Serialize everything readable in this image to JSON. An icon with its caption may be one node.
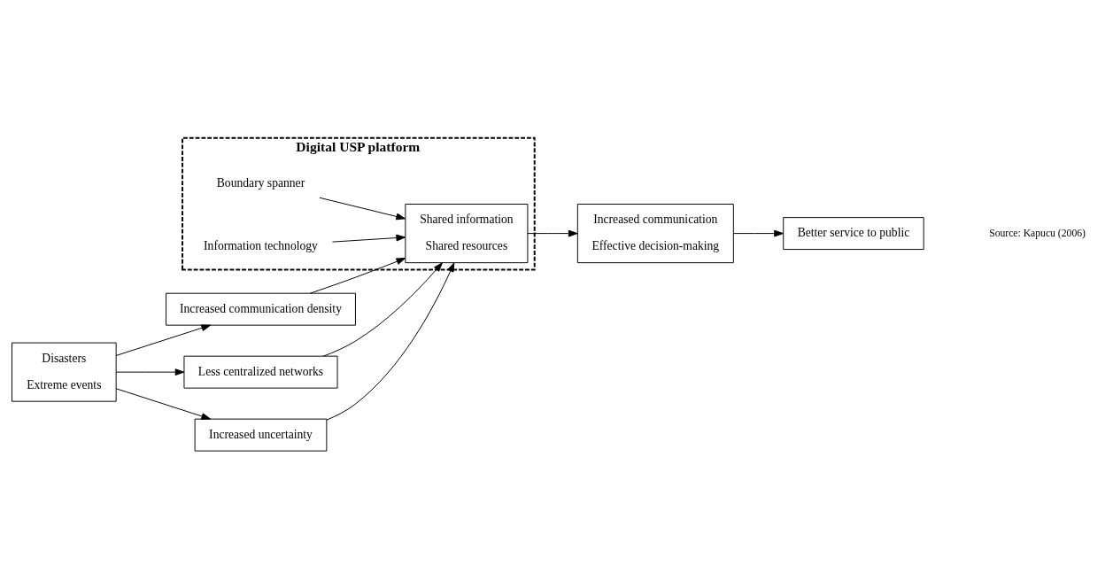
{
  "diagram": {
    "nodes": [
      {
        "text": [
          "Digital USP platform"
        ]
      },
      {
        "text": [
          "Disasters",
          "Extreme events"
        ]
      },
      {
        "text": [
          "Increased communication density"
        ]
      },
      {
        "text": [
          "Less centralized networks"
        ]
      },
      {
        "text": [
          "Increased uncertainty"
        ]
      },
      {
        "text": [
          "Boundary spanner"
        ],
        "in": 0
      },
      {
        "text": [
          "Shared information",
          "Shared resources"
        ],
        "in": 0
      },
      {
        "text": [
          "Information technology"
        ],
        "in": 0
      },
      {
        "text": [
          "Increased communication",
          "Effective decision-making"
        ]
      },
      {
        "text": [
          "Better service to public"
        ]
      }
    ],
    "edges": [
      {
        "from": 1,
        "to": 2,
        "arrow": "to"
      },
      {
        "from": 1,
        "to": 3,
        "arrow": "to"
      },
      {
        "from": 1,
        "to": 4,
        "arrow": "to"
      },
      {
        "from": 2,
        "to": 6,
        "arrow": "to"
      },
      {
        "from": 3,
        "to": 6,
        "arrow": "to"
      },
      {
        "from": 4,
        "to": 6,
        "arrow": "to"
      },
      {
        "from": 5,
        "to": 6,
        "arrow": "to"
      },
      {
        "from": 7,
        "to": 6,
        "arrow": "to"
      },
      {
        "from": 6,
        "to": 8,
        "arrow": "to"
      },
      {
        "from": 8,
        "to": 9,
        "arrow": "to"
      }
    ],
    "labels": [
      "Source: Kapucu (2006)"
    ]
  }
}
